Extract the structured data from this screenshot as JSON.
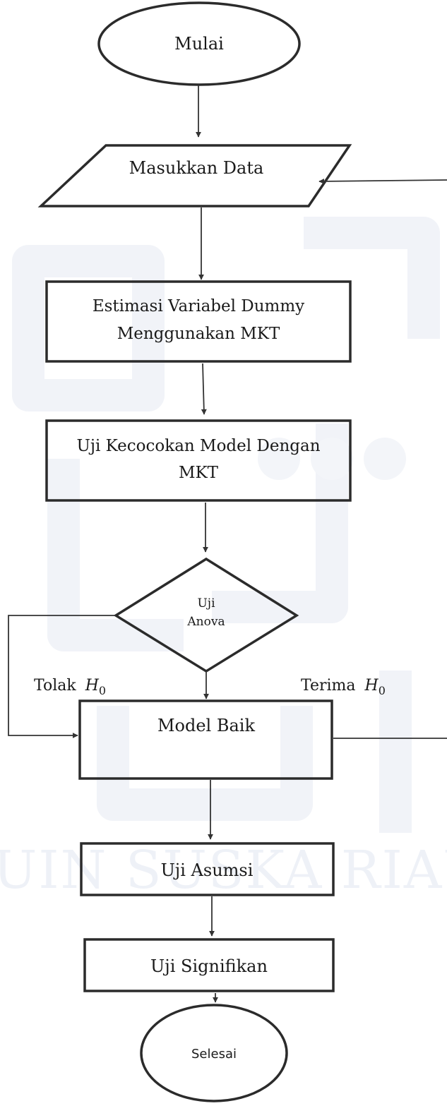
{
  "nodes": {
    "start": "Mulai",
    "input": "Masukkan Data",
    "estimate": [
      "Estimasi Variabel Dummy",
      "Menggunakan MKT"
    ],
    "fit_test": [
      "Uji Kecocokan Model Dengan",
      "MKT"
    ],
    "decision": [
      "Uji",
      "Anova"
    ],
    "good_model": "Model Baik",
    "assumption": "Uji Asumsi",
    "significance": "Uji Signifikan",
    "end": "Selesai"
  },
  "edges": {
    "reject_label": "Tolak",
    "accept_label": "Terima",
    "hypothesis_symbol": "H",
    "hypothesis_subscript": "0"
  },
  "watermark": {
    "text": "UIN SUSKA RIAU",
    "color": "#eef1f7"
  },
  "colors": {
    "shape_stroke": "#2b2b2b",
    "edge_stroke": "#333333",
    "text": "#1a1a1a"
  }
}
